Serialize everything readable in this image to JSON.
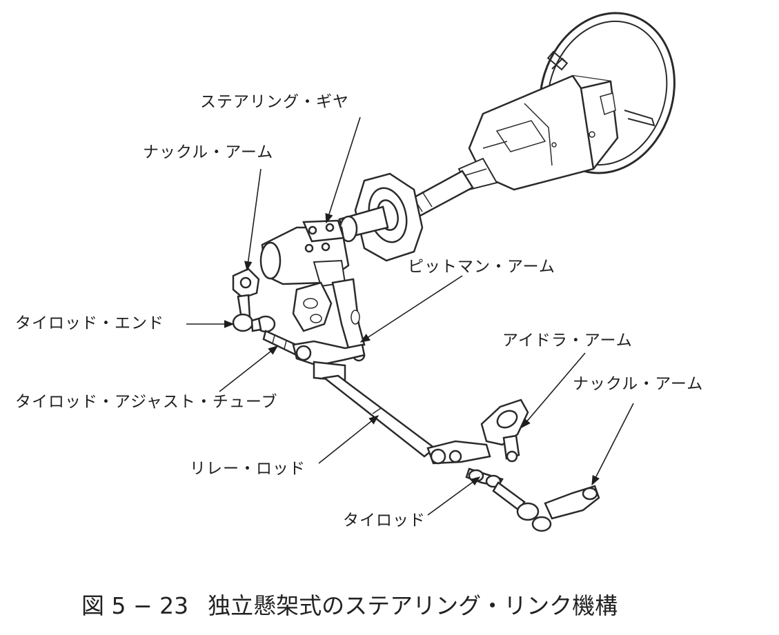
{
  "labels": {
    "steering_gear": "ステアリング・ギヤ",
    "knuckle_arm_left": "ナックル・アーム",
    "pitman_arm": "ピットマン・アーム",
    "tie_rod_end": "タイロッド・エンド",
    "idler_arm": "アイドラ・アーム",
    "knuckle_arm_right": "ナックル・アーム",
    "tie_rod_adjust_tube": "タイロッド・アジャスト・チューブ",
    "relay_rod": "リレー・ロッド",
    "tie_rod": "タイロッド"
  },
  "caption": {
    "figure_number": "図 5 − 23",
    "title": "独立懸架式のステアリング・リンク機構"
  }
}
